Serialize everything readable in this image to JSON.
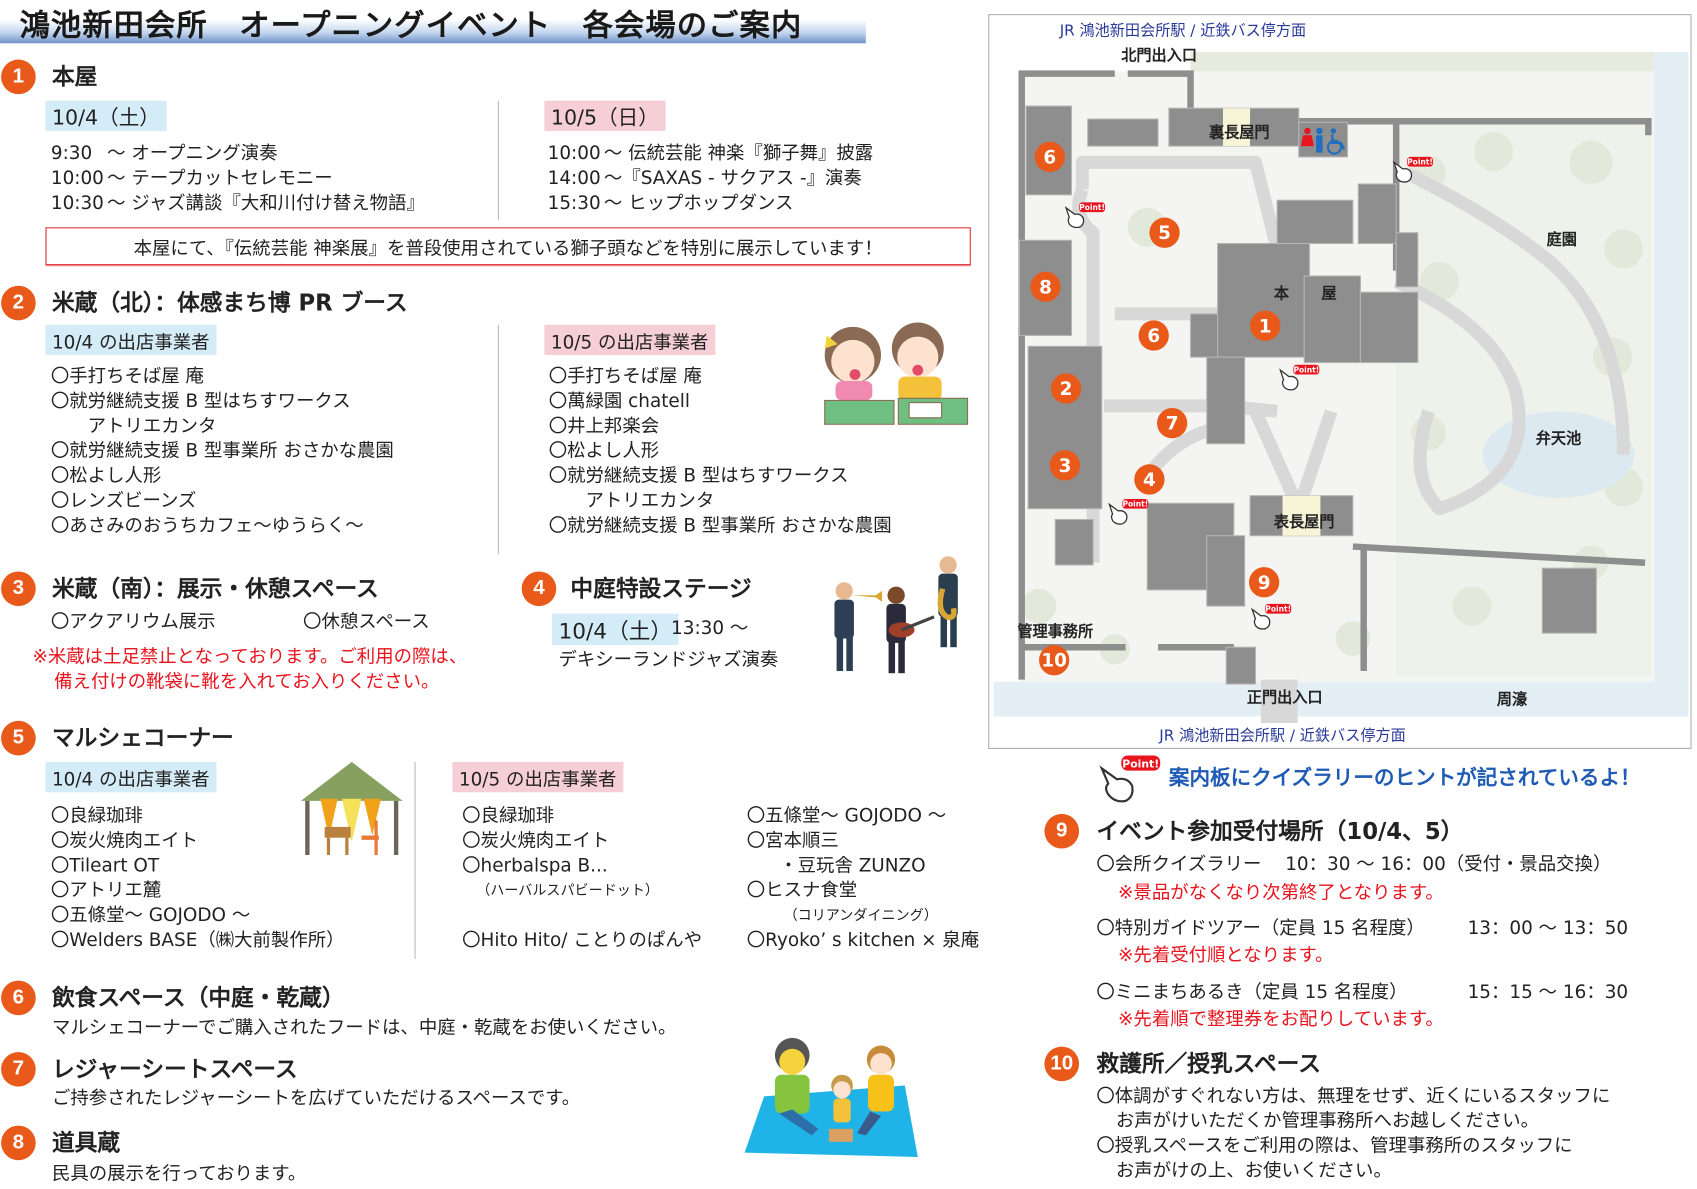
{
  "title": "鴻池新田会所　オープニングイベント　各会場のご案内",
  "colors": {
    "accent": "#e8591a",
    "day1_badge": "#d4ecf8",
    "day2_badge": "#f6cfd6",
    "warning": "#e8141e",
    "hint": "#1f5bb5"
  },
  "s1": {
    "num": "1",
    "heading": "本屋",
    "day1": "10/4（土）",
    "day2": "10/5（日）",
    "day1_items": [
      {
        "time": "9:30",
        "text": "〜 オープニング演奏"
      },
      {
        "time": "10:00",
        "text": "〜 テープカットセレモニー"
      },
      {
        "time": "10:30",
        "text": "〜 ジャズ講談『大和川付け替え物語』"
      }
    ],
    "day2_items": [
      {
        "time": "10:00",
        "text": "〜 伝統芸能 神楽『獅子舞』披露"
      },
      {
        "time": "14:00",
        "text": "〜『SAXAS - サクアス -』演奏"
      },
      {
        "time": "15:30",
        "text": "〜 ヒップホップダンス"
      }
    ],
    "notice": "本屋にて、『伝統芸能 神楽展』を普段使用されている獅子頭などを特別に展示しています！"
  },
  "s2": {
    "num": "2",
    "heading": "米蔵（北）：体感まち博 PR ブース",
    "day1": "10/4 の出店事業者",
    "day2": "10/5 の出店事業者",
    "day1_items": [
      "〇手打ちそば屋 庵",
      "〇就労継続支援 B 型はちすワークス",
      "　アトリエカンタ",
      "〇就労継続支援 B 型事業所 おさかな農園",
      "〇松よし人形",
      "〇レンズビーンズ",
      "〇あさみのおうちカフェ〜ゆうらく〜"
    ],
    "day2_items": [
      "〇手打ちそば屋 庵",
      "〇萬緑園 chatell",
      "〇井上邦楽会",
      "〇松よし人形",
      "〇就労継続支援 B 型はちすワークス",
      "　アトリエカンタ",
      "〇就労継続支援 B 型事業所 おさかな農園"
    ]
  },
  "s3": {
    "num": "3",
    "heading": "米蔵（南）：展示・休憩スペース",
    "items": [
      "〇アクアリウム展示",
      "〇休憩スペース"
    ],
    "note1": "※米蔵は土足禁止となっております。ご利用の際は、",
    "note2": "備え付けの靴袋に靴を入れてお入りください。"
  },
  "s4": {
    "num": "4",
    "heading": "中庭特設ステージ",
    "date": "10/4（土）",
    "time": "13:30 〜",
    "event": "デキシーランドジャズ演奏"
  },
  "s5": {
    "num": "5",
    "heading": "マルシェコーナー",
    "day1": "10/4 の出店事業者",
    "day2": "10/5 の出店事業者",
    "day1_items": [
      "〇良緑珈琲",
      "〇炭火焼肉エイト",
      "〇Tileart OT",
      "〇アトリエ麓",
      "〇五條堂〜 GOJODO 〜",
      "〇Welders BASE（㈱大前製作所）"
    ],
    "day2_col1": [
      "〇良緑珈琲",
      "〇炭火焼肉エイト",
      "〇herbalspa B...",
      "（ハーバルスパビードット）",
      "〇Hito Hito/ ことりのぱんや"
    ],
    "day2_col2": [
      "〇五條堂〜 GOJODO 〜",
      "〇宮本順三",
      "・豆玩舎 ZUNZO",
      "〇ヒスナ食堂",
      "（コリアンダイニング）",
      "〇Ryoko’ s kitchen × 泉庵"
    ]
  },
  "s6": {
    "num": "6",
    "heading": "飲食スペース（中庭・乾蔵）",
    "desc": "マルシェコーナーでご購入されたフードは、中庭・乾蔵をお使いください。"
  },
  "s7": {
    "num": "7",
    "heading": "レジャーシートスペース",
    "desc": "ご持参されたレジャーシートを広げていただけるスペースです。"
  },
  "s8": {
    "num": "8",
    "heading": "道具蔵",
    "desc": "民具の展示を行っております。"
  },
  "hint": {
    "badge": "Point!",
    "text": "案内板にクイズラリーのヒントが記されているよ！"
  },
  "s9": {
    "num": "9",
    "heading": "イベント参加受付場所（10/4、5）",
    "items": [
      {
        "label": "〇会所クイズラリー",
        "time": "10：30 〜 16：00（受付・景品交換）",
        "note": "※景品がなくなり次第終了となります。"
      },
      {
        "label": "〇特別ガイドツアー（定員 15 名程度）",
        "time": "13：00 〜 13：50",
        "note": "※先着受付順となります。"
      },
      {
        "label": "〇ミニまちあるき（定員 15 名程度）",
        "time": "15：15 〜 16：30",
        "note": "※先着順で整理券をお配りしています。"
      }
    ]
  },
  "s10": {
    "num": "10",
    "heading": "救護所／授乳スペース",
    "lines": [
      "〇体調がすぐれない方は、無理をせず、近くにいるスタッフに",
      "お声がけいただくか管理事務所へお越しください。",
      "〇授乳スペースをご利用の際は、管理事務所のスタッフに",
      "お声がけの上、お使いください。"
    ]
  },
  "map": {
    "top_direction": "JR 鴻池新田会所駅 / 近鉄バス停方面",
    "bottom_direction": "JR 鴻池新田会所駅 / 近鉄バス停方面",
    "labels": {
      "north_gate": "北門出入口",
      "back_gate": "裏長屋門",
      "main_house_1": "本",
      "main_house_2": "屋",
      "garden": "庭園",
      "pond": "弁天池",
      "front_gate": "表長屋門",
      "office": "管理事務所",
      "main_gate": "正門出入口",
      "moat": "周濠"
    },
    "markers": [
      "6",
      "5",
      "8",
      "6",
      "1",
      "2",
      "7",
      "3",
      "4",
      "9",
      "10"
    ],
    "point_badge": "Point!"
  }
}
